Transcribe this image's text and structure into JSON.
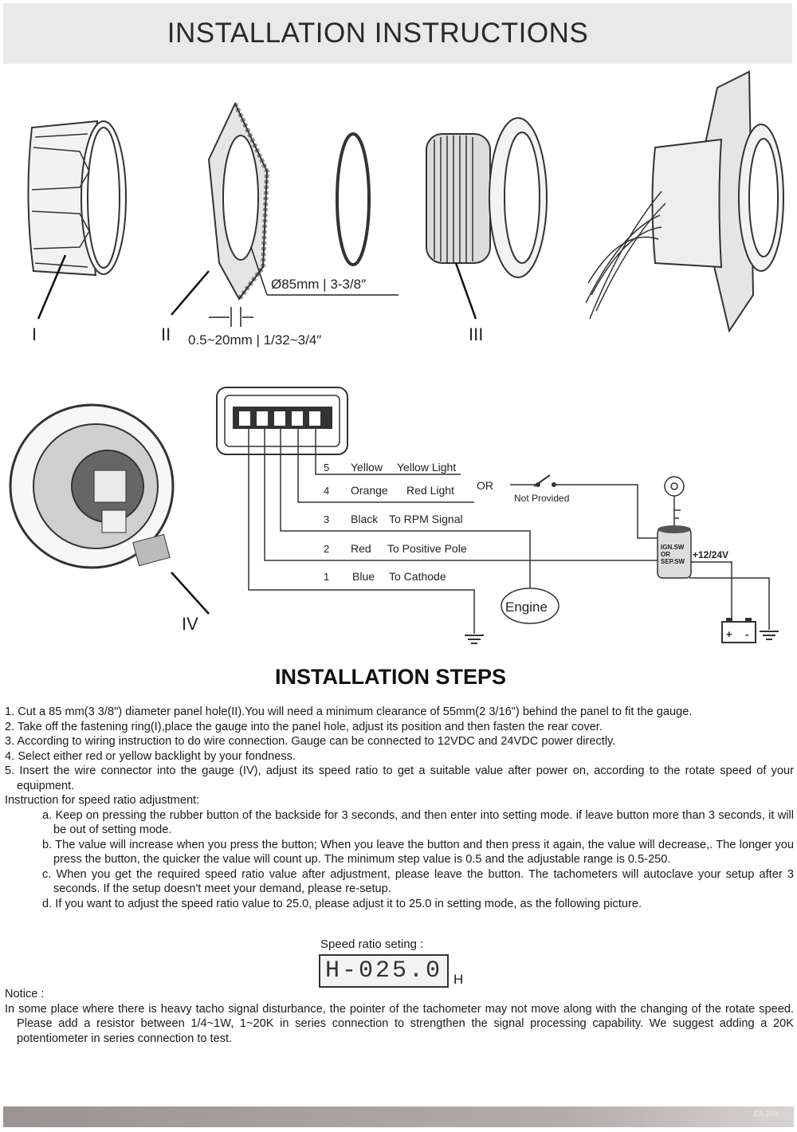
{
  "header": {
    "title": "INSTALLATION INSTRUCTIONS"
  },
  "figure_top": {
    "part_labels": [
      "I",
      "II",
      "III"
    ],
    "dim_hole": "Ø85mm | 3-3/8″",
    "dim_panel": "0.5~20mm | 1/32~3/4″"
  },
  "wiring": {
    "part_label": "IV",
    "wires": [
      {
        "num": "5",
        "color": "Yellow",
        "desc": "Yellow Light"
      },
      {
        "num": "4",
        "color": "Orange",
        "desc": "Red Light"
      },
      {
        "num": "3",
        "color": "Black",
        "desc": "To RPM Signal"
      },
      {
        "num": "2",
        "color": "Red",
        "desc": "To Positive Pole"
      },
      {
        "num": "1",
        "color": "Blue",
        "desc": "To Cathode"
      }
    ],
    "or_label": "OR",
    "switch_label": "Not Provided",
    "ign_label": [
      "IGN.SW",
      "OR",
      "SEP.SW"
    ],
    "voltage": "+12/24V",
    "engine": "Engine",
    "battery_plus": "+",
    "battery_minus": "-"
  },
  "steps": {
    "title": "INSTALLATION STEPS",
    "items": [
      "1. Cut a 85 mm(3 3/8\") diameter panel hole(II).You will need a minimum clearance of 55mm(2 3/16\") behind the panel to fit the gauge.",
      "2. Take off the fastening ring(I),place the gauge into the panel hole, adjust its position and then fasten the rear cover.",
      "3. According to wiring instruction to do wire connection. Gauge can be connected to 12VDC and 24VDC power directly.",
      "4. Select either red or yellow backlight by your fondness.",
      "5. Insert the wire connector into the gauge (IV), adjust its speed ratio to get a suitable value after power on, according to the rotate speed of your equipment."
    ],
    "ratio_heading": "Instruction for speed ratio adjustment:",
    "sub_items": [
      "a. Keep on pressing the rubber button of the backside for 3 seconds, and then enter into setting mode. if leave button more than 3 seconds, it will be out of setting mode.",
      "b. The value will increase when you press the button; When you leave the button and then press it again, the value will decrease,. The longer you press the button, the quicker the value will count up. The minimum step value is 0.5 and the adjustable range is 0.5-250.",
      "c. When you get the required speed ratio value after adjustment, please leave the button. The tachometers will autoclave your setup after 3 seconds. If the setup doesn't meet your demand, please re-setup.",
      "d. If you want to adjust the speed ratio value to 25.0, please adjust it to 25.0 in setting mode, as the following picture."
    ]
  },
  "speed_ratio": {
    "label": "Speed ratio seting :",
    "display": "H-025.0",
    "unit": "H"
  },
  "notice": {
    "title": "Notice :",
    "body": "In some place where there is heavy tacho signal disturbance, the pointer of the tachometer may not move along with the changing of the rotate speed. Please add a resistor between 1/4~1W, 1~20K in series connection to strengthen the signal processing capability. We suggest adding a 20K potentiometer in series connection to test."
  },
  "footer": {
    "code": "ES-250"
  }
}
